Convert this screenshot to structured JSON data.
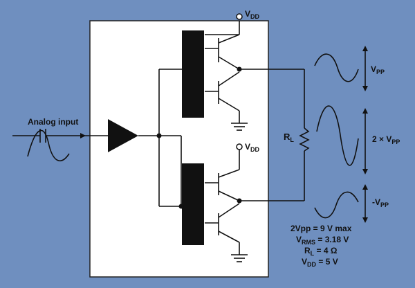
{
  "labels": {
    "vdd_top": "V",
    "vdd_top_sub": "DD",
    "vdd_mid": "V",
    "vdd_mid_sub": "DD",
    "analog_input": "Analog input",
    "rl": "R",
    "rl_sub": "L",
    "vpp_top": "V",
    "vpp_top_sub": "PP",
    "vpp_2x": "2 × V",
    "vpp_2x_sub": "PP",
    "vpp_neg": "-V",
    "vpp_neg_sub": "PP",
    "spec_line1": "2Vpp = 9 V max",
    "spec_line2_main": "V",
    "spec_line2_sub": "RMS",
    "spec_line2_rest": " = 3.18 V",
    "spec_line3_main": "R",
    "spec_line3_sub": "L",
    "spec_line3_rest": " = 4 Ω",
    "spec_line4_main": "V",
    "spec_line4_sub": "DD",
    "spec_line4_rest": " = 5 V"
  },
  "colors": {
    "background": "#6f8fbf",
    "panel": "#ffffff",
    "ink": "#111111"
  }
}
